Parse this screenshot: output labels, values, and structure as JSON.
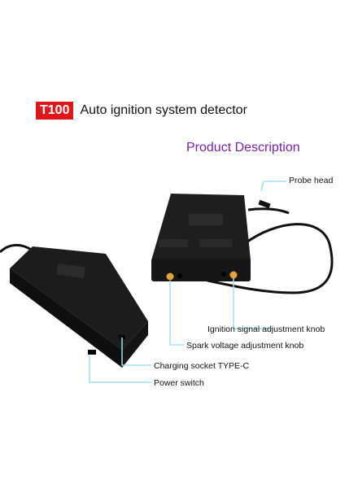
{
  "header": {
    "model_badge": "T100",
    "title": "Auto ignition system detector",
    "subtitle": "Product Description"
  },
  "callouts": {
    "probe_head": "Probe head",
    "ignition_signal_knob": "Ignition signal adjustment knob",
    "spark_voltage_knob": "Spark voltage adjustment knob",
    "charging_socket": "Charging socket  TYPE-C",
    "power_switch": "Power switch"
  },
  "colors": {
    "badge": "#e0161a",
    "subtitle": "#7a1fb0",
    "device_body": "#1e1e1e",
    "knob": "#e3a23a"
  }
}
